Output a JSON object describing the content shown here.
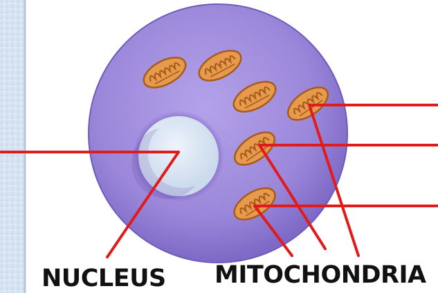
{
  "labels": {
    "nucleus": "NUCLEUS",
    "mitochondria": "MITOCHONDRIA"
  },
  "colors": {
    "cell_fill": "#9b87d9",
    "cell_edge": "#5e4fb0",
    "nucleus_fill": "#dce8f5",
    "mitochondria_fill": "#e59a4c",
    "mitochondria_edge": "#a85a1c",
    "pointer_line": "#e01b1b",
    "side_panel": "#d6e4f2"
  },
  "icons": [
    "cell-body",
    "nucleus",
    "mitochondrion"
  ]
}
